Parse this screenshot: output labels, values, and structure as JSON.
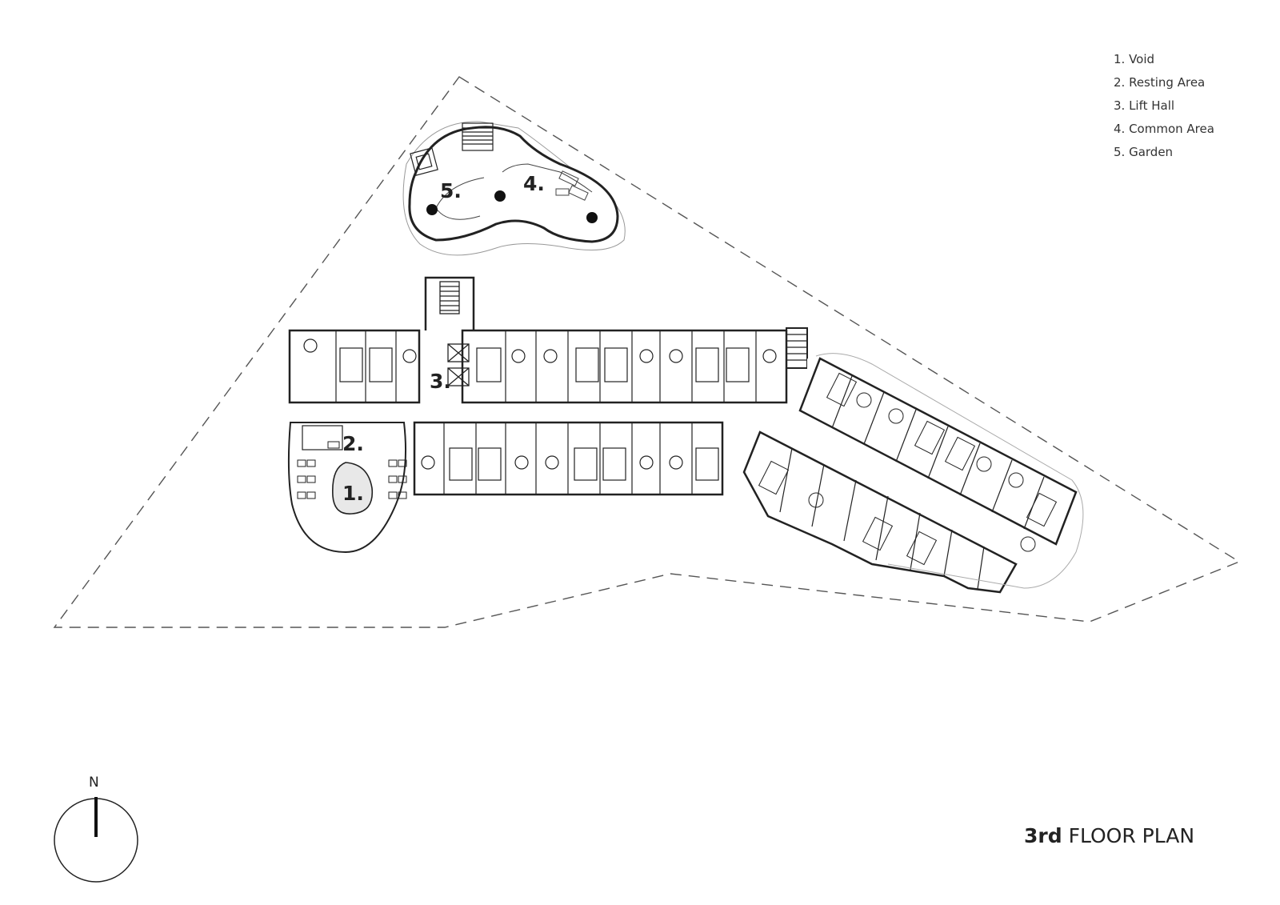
{
  "legend": {
    "items": [
      "1. Void",
      "2. Resting Area",
      "3. Lift Hall",
      "4. Common Area",
      "5. Garden"
    ]
  },
  "zone_labels": {
    "void": "1.",
    "resting": "2.",
    "lift": "3.",
    "common": "4.",
    "garden": "5."
  },
  "title": {
    "bold": "3rd",
    "rest": " FLOOR PLAN"
  },
  "north": {
    "label": "N"
  },
  "colors": {
    "line": "#222222",
    "boundary": "#555555",
    "highlight": "#e8e8e8"
  }
}
